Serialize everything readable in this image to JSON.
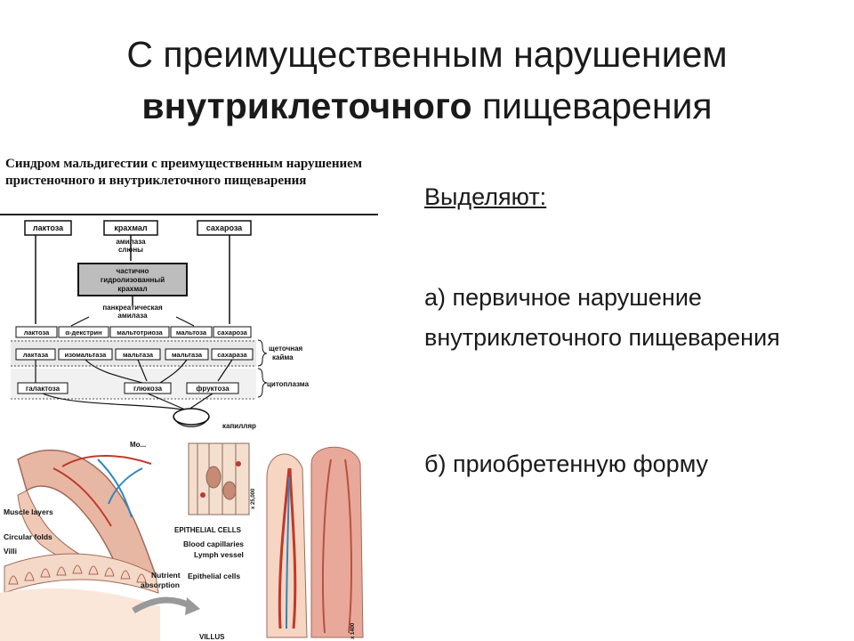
{
  "title": {
    "line1": "С преимущественным нарушением",
    "line2_bold": "внутриклеточного",
    "line2_rest": " пищеварения"
  },
  "right": {
    "lead": "Выделяют:",
    "item_a": "а) первичное нарушение внутриклеточного пищеварения",
    "item_b": "б) приобретенную форму"
  },
  "diagram": {
    "title": "Синдром мальдигестии с преимущественным нарушением  пристеночного и внутриклеточного пищеварения",
    "top_boxes": [
      "лактоза",
      "крахмал",
      "сахароза"
    ],
    "amylase_saliva": [
      "амилаза",
      "слюны"
    ],
    "partial": [
      "частично",
      "гидролизованный",
      "крахмал"
    ],
    "pancreatic": [
      "панкреатическая",
      "амилаза"
    ],
    "row1": [
      "лактоза",
      "α-декстрин",
      "мальтотриоза",
      "мальтоза",
      "сахароза"
    ],
    "row2": [
      "лактаза",
      "изомальтаза",
      "мальтаза",
      "мальтаза",
      "сахараза"
    ],
    "products": [
      "галактоза",
      "глюкоза",
      "фруктоза"
    ],
    "side_labels": [
      "щеточная",
      "кайма",
      "цитоплазма"
    ],
    "capillary": "капилляр"
  },
  "anatomy": {
    "labels_left": [
      "Muscle layers",
      "Circular folds",
      "Villi"
    ],
    "nutrient": [
      "Nutrient",
      "absorption"
    ],
    "epithelial_caption": "EPITHELIAL CELLS",
    "labels_mid": [
      "Blood capillaries",
      "Lymph vessel",
      "Epithelial cells"
    ],
    "villus": "VILLUS",
    "top_cut": "Mo...",
    "scale1": "x 25,000",
    "scale2": "x 1400"
  }
}
